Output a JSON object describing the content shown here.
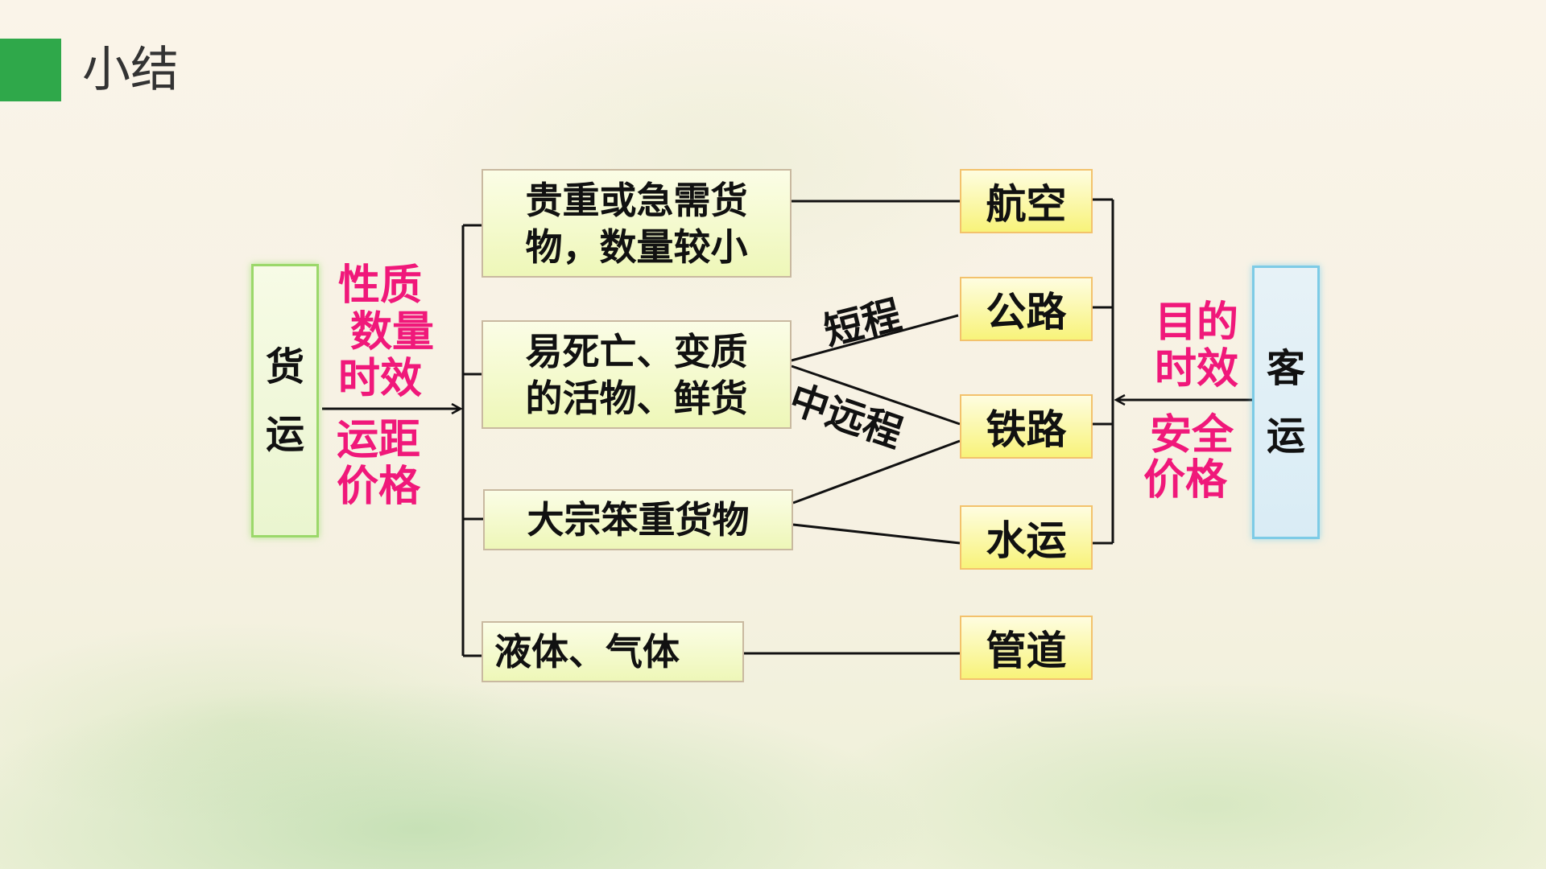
{
  "title": "小结",
  "freight": {
    "chars": [
      "货",
      "运"
    ]
  },
  "passenger": {
    "chars": [
      "客",
      "运"
    ]
  },
  "freight_factors": [
    "性质",
    "数量",
    "时效",
    "运距",
    "价格"
  ],
  "passenger_factors": [
    "目的",
    "时效",
    "安全",
    "价格"
  ],
  "categories": [
    {
      "lines": [
        "贵重或急需货",
        "物，数量较小"
      ]
    },
    {
      "lines": [
        "易死亡、变质",
        "的活物、鲜货"
      ]
    },
    {
      "lines": [
        "大宗笨重货物"
      ]
    },
    {
      "lines": [
        "液体、气体"
      ]
    }
  ],
  "modes": [
    "航空",
    "公路",
    "铁路",
    "水运",
    "管道"
  ],
  "route_labels": {
    "short": "短程",
    "medium_long": "中远程"
  },
  "colors": {
    "accent_green": "#2fa84a",
    "factor_pink": "#f0187a"
  }
}
